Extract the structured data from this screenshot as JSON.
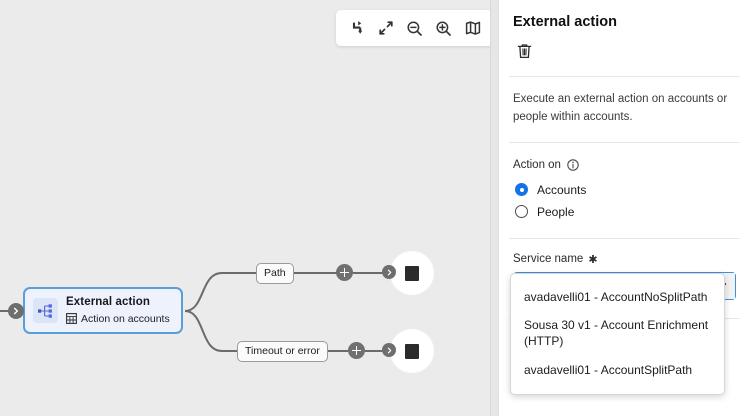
{
  "canvas": {
    "toolbar": [
      {
        "name": "undo-redo-icon",
        "label": "Redo"
      },
      {
        "name": "collapse-icon",
        "label": "Zoom to fit"
      },
      {
        "name": "zoom-out-icon",
        "label": "Zoom out"
      },
      {
        "name": "zoom-in-icon",
        "label": "Zoom in"
      },
      {
        "name": "minimap-icon",
        "label": "Minimap"
      }
    ],
    "node": {
      "title": "External action",
      "subtitle": "Action on accounts",
      "icon": "split-path-icon",
      "subtitle_icon": "table-icon"
    },
    "branches": [
      {
        "label": "Path"
      },
      {
        "label": "Timeout or error"
      }
    ],
    "end_nodes": [
      {
        "name": "end-node-stop"
      },
      {
        "name": "end-node-stop"
      }
    ]
  },
  "panel": {
    "title": "External action",
    "delete_icon": "trash-icon",
    "description": "Execute an external action on accounts or people within accounts.",
    "action_on": {
      "label": "Action on",
      "info_icon": "info-icon",
      "options": [
        {
          "label": "Accounts",
          "selected": true
        },
        {
          "label": "People",
          "selected": false
        }
      ]
    },
    "service_name": {
      "label": "Service name",
      "required_mark": "✱",
      "value": "",
      "placeholder": "",
      "chevron_icon": "chevron-down-icon",
      "options": [
        "avadavelli01 - AccountNoSplitPath",
        "Sousa 30 v1 - Account Enrichment (HTTP)",
        "avadavelli01 - AccountSplitPath"
      ]
    }
  },
  "colors": {
    "accent": "#1473e6",
    "node_border": "#5b9dd9",
    "node_fill": "#edf2fd",
    "canvas_bg": "#ebebeb",
    "edge": "#6b6b6b"
  }
}
